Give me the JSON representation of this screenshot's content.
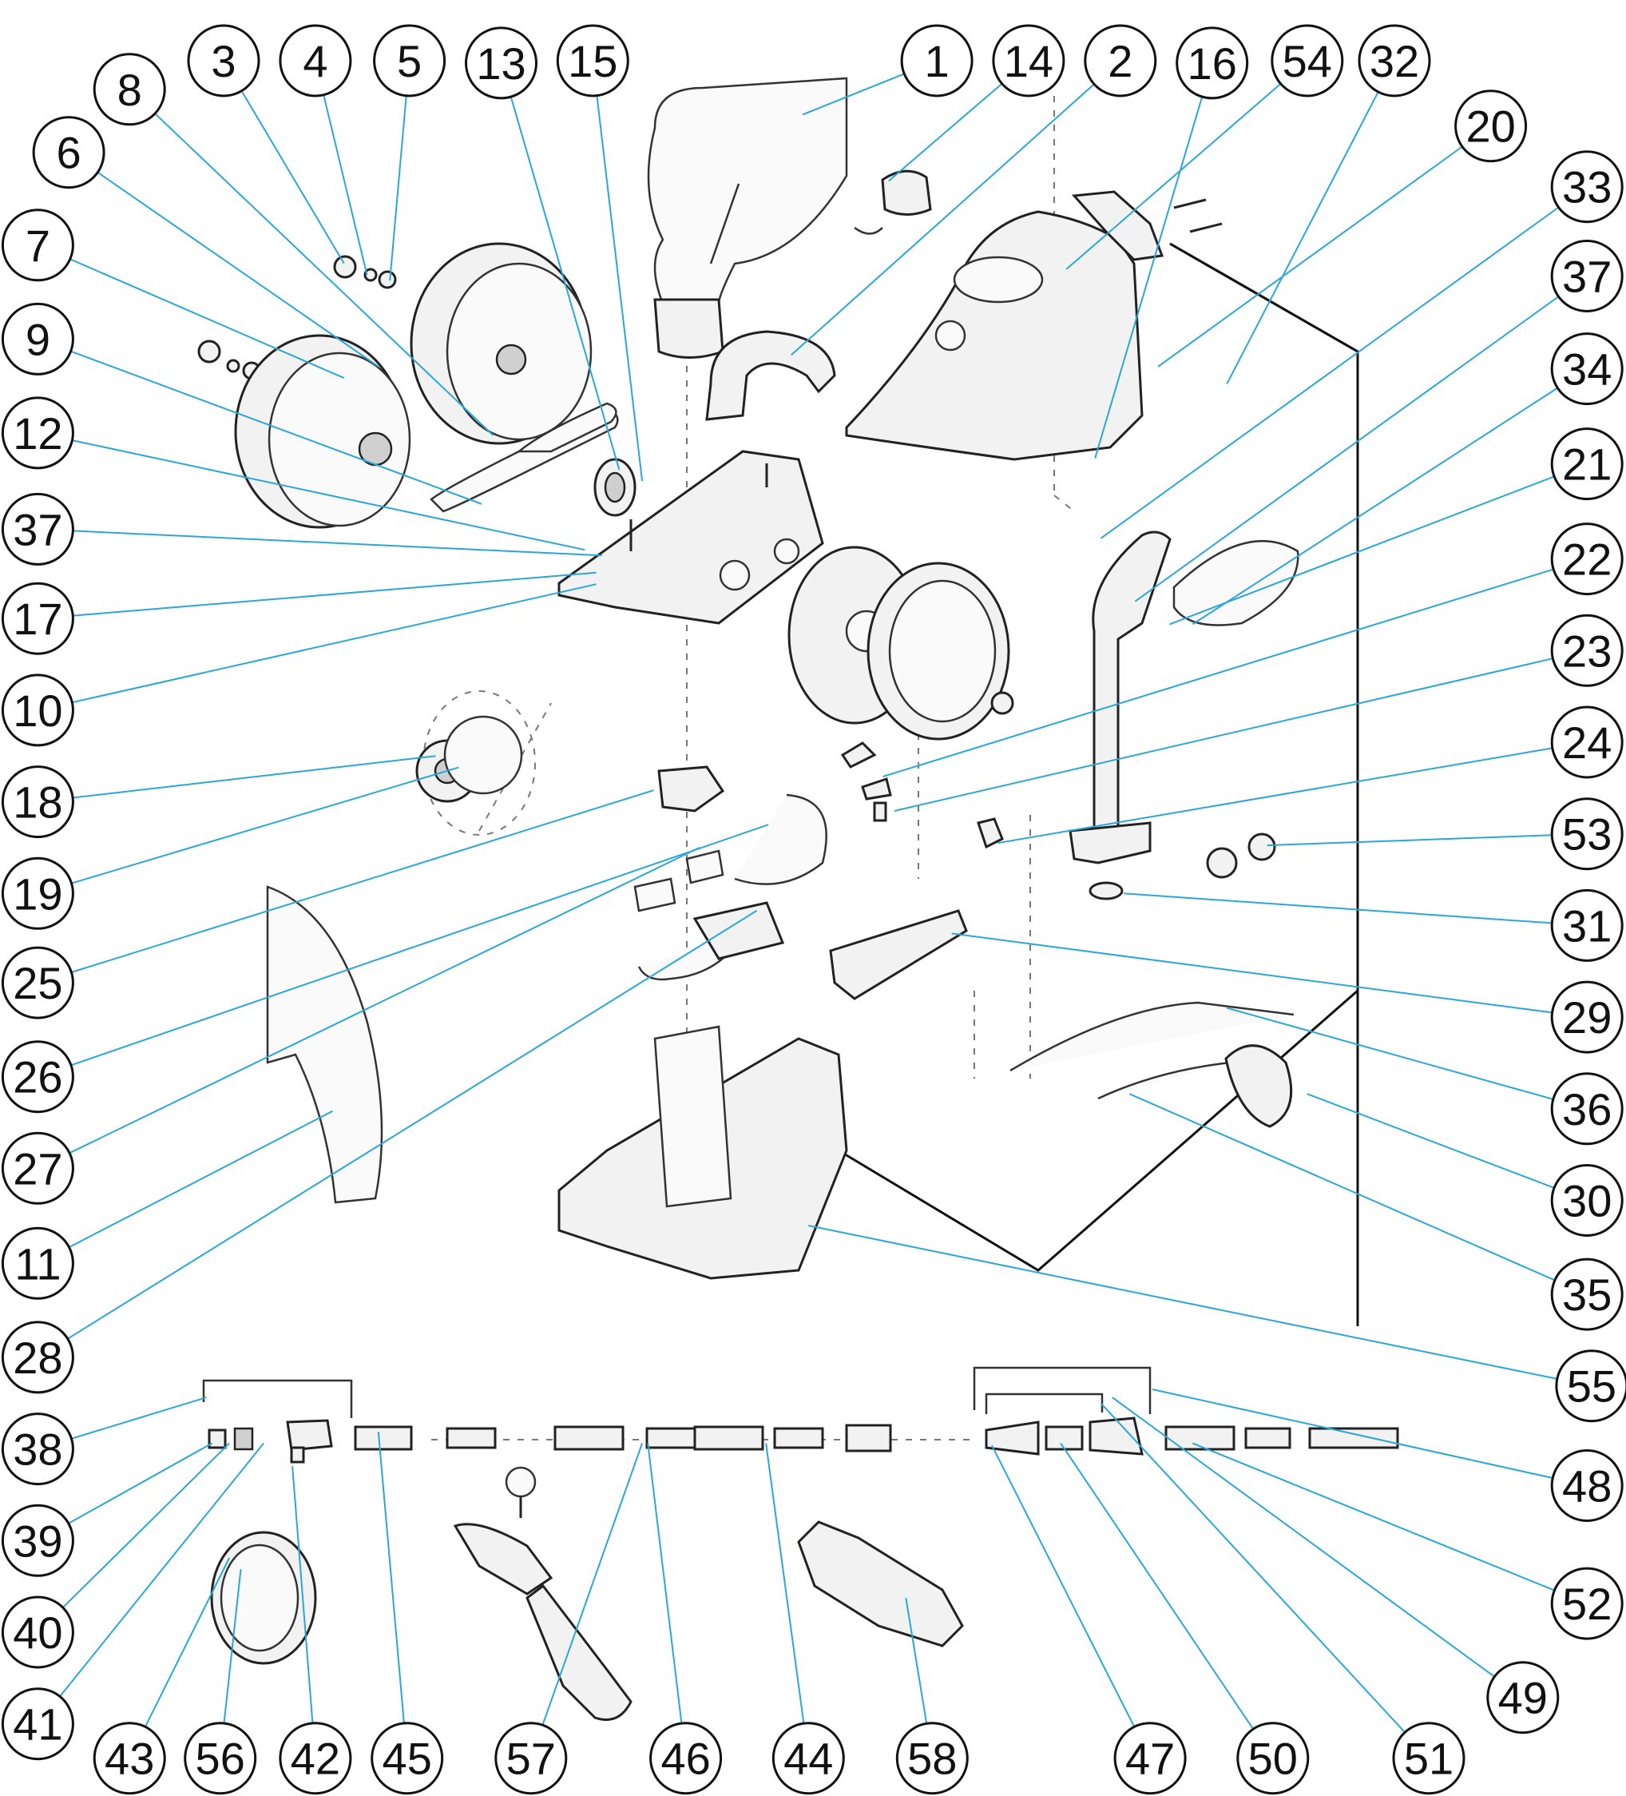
{
  "diagram": {
    "callouts": [
      {
        "label": "1"
      },
      {
        "label": "14"
      },
      {
        "label": "2"
      },
      {
        "label": "16"
      },
      {
        "label": "54"
      },
      {
        "label": "32"
      },
      {
        "label": "3"
      },
      {
        "label": "4"
      },
      {
        "label": "5"
      },
      {
        "label": "13"
      },
      {
        "label": "15"
      },
      {
        "label": "8"
      },
      {
        "label": "6"
      },
      {
        "label": "7"
      },
      {
        "label": "9"
      },
      {
        "label": "12"
      },
      {
        "label": "37"
      },
      {
        "label": "17"
      },
      {
        "label": "10"
      },
      {
        "label": "18"
      },
      {
        "label": "19"
      },
      {
        "label": "25"
      },
      {
        "label": "26"
      },
      {
        "label": "27"
      },
      {
        "label": "11"
      },
      {
        "label": "28"
      },
      {
        "label": "38"
      },
      {
        "label": "39"
      },
      {
        "label": "40"
      },
      {
        "label": "41"
      },
      {
        "label": "43"
      },
      {
        "label": "56"
      },
      {
        "label": "42"
      },
      {
        "label": "45"
      },
      {
        "label": "57"
      },
      {
        "label": "46"
      },
      {
        "label": "44"
      },
      {
        "label": "58"
      },
      {
        "label": "47"
      },
      {
        "label": "50"
      },
      {
        "label": "51"
      },
      {
        "label": "49"
      },
      {
        "label": "52"
      },
      {
        "label": "48"
      },
      {
        "label": "55"
      },
      {
        "label": "35"
      },
      {
        "label": "30"
      },
      {
        "label": "36"
      },
      {
        "label": "29"
      },
      {
        "label": "31"
      },
      {
        "label": "53"
      },
      {
        "label": "24"
      },
      {
        "label": "23"
      },
      {
        "label": "22"
      },
      {
        "label": "21"
      },
      {
        "label": "34"
      },
      {
        "label": "37"
      },
      {
        "label": "33"
      },
      {
        "label": "20"
      }
    ]
  },
  "colors": {
    "leader": "#2aa7d8",
    "outline": "#111111",
    "part_fill": "#f2f2f2"
  }
}
